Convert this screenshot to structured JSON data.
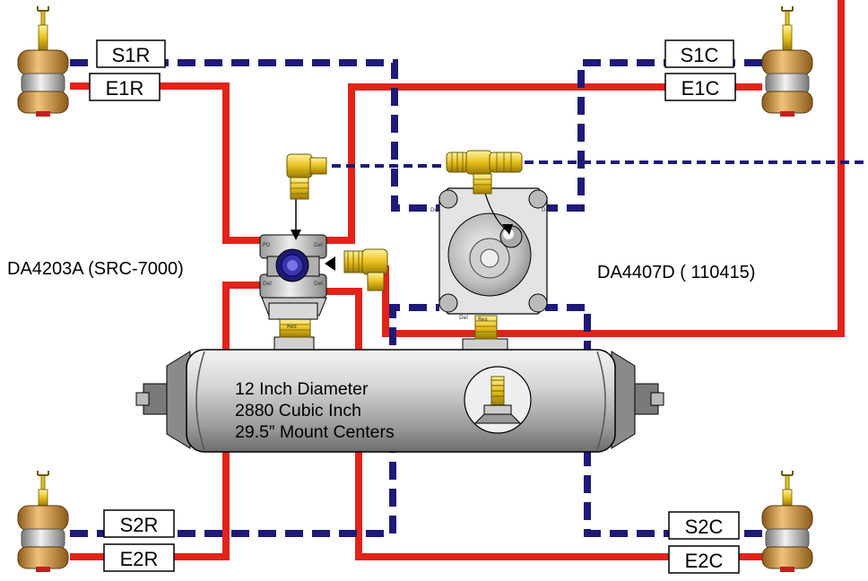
{
  "labels": {
    "s1r": "S1R",
    "e1r": "E1R",
    "s1c": "S1C",
    "e1c": "E1C",
    "s2r": "S2R",
    "e2r": "E2R",
    "s2c": "S2C",
    "e2c": "E2C"
  },
  "valve_left": {
    "model": "DA4203A  (SRC-7000)"
  },
  "valve_right": {
    "model": "DA4407D ( 110415)"
  },
  "tank": {
    "line1": "12 Inch Diameter",
    "line2": "2880 Cubic Inch",
    "line3": "29.5” Mount Centers"
  },
  "colors": {
    "supply_line": "#1e1a78",
    "exhaust_line": "#e2231a",
    "brass": "#e8c01c",
    "bag": "#d99a3a"
  }
}
